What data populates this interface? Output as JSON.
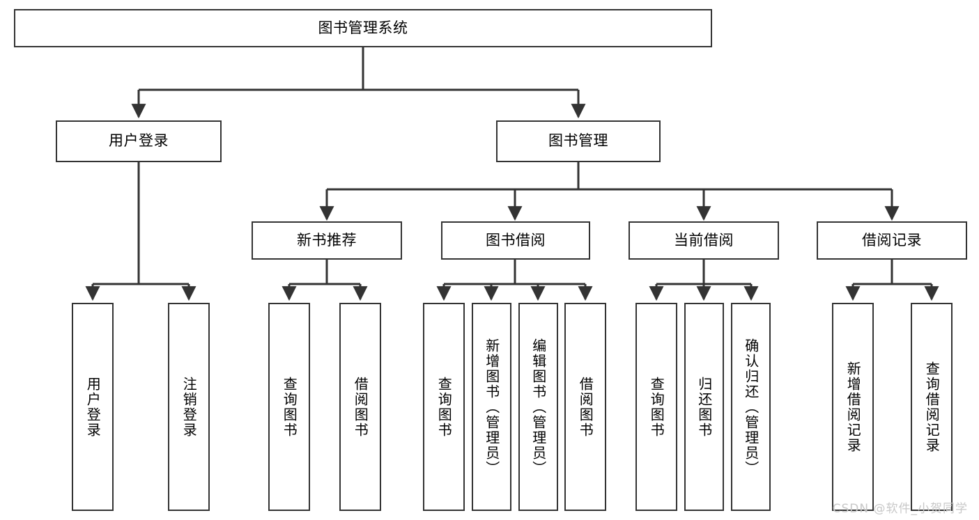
{
  "diagram": {
    "type": "tree",
    "title": "图书管理系统",
    "root": {
      "label": "图书管理系统"
    },
    "level2": [
      {
        "label": "用户登录"
      },
      {
        "label": "图书管理"
      }
    ],
    "level3": [
      {
        "label": "新书推荐"
      },
      {
        "label": "图书借阅"
      },
      {
        "label": "当前借阅"
      },
      {
        "label": "借阅记录"
      }
    ],
    "leaves": {
      "user_login": [
        {
          "label": "用户登录"
        },
        {
          "label": "注销登录"
        }
      ],
      "new_book_recommend": [
        {
          "label": "查询图书"
        },
        {
          "label": "借阅图书"
        }
      ],
      "book_borrow": [
        {
          "label": "查询图书"
        },
        {
          "label": "新增图书（管理员）"
        },
        {
          "label": "编辑图书（管理员）"
        },
        {
          "label": "借阅图书"
        }
      ],
      "current_borrow": [
        {
          "label": "查询图书"
        },
        {
          "label": "归还图书"
        },
        {
          "label": "确认归还（管理员）"
        }
      ],
      "borrow_record": [
        {
          "label": "新增借阅记录"
        },
        {
          "label": "查询借阅记录"
        }
      ]
    }
  },
  "watermark": {
    "text": "CSDN @软件_小贺同学"
  },
  "colors": {
    "stroke": "#333333",
    "background": "#ffffff",
    "text": "#000000",
    "watermark": "#c8c8c8"
  }
}
